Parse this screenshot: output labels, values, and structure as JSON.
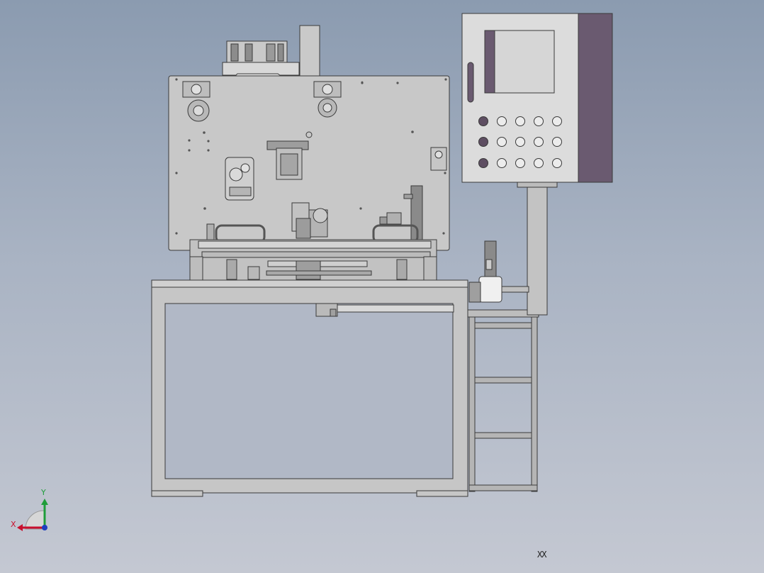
{
  "viewport": {
    "background_top": "#8b9bb0",
    "background_bottom": "#c4c8d2"
  },
  "triad": {
    "x_label": "X",
    "y_label": "Y",
    "x_color": "#c8102e",
    "y_color": "#1f9d3a",
    "z_color": "#1f3fbf"
  },
  "view_label": "XX",
  "model": {
    "line_color": "#3a3a3a",
    "body_fill": "#c8c8c8",
    "pendant_side_fill": "#6a5a70",
    "button_dark": "#5e4e62"
  }
}
